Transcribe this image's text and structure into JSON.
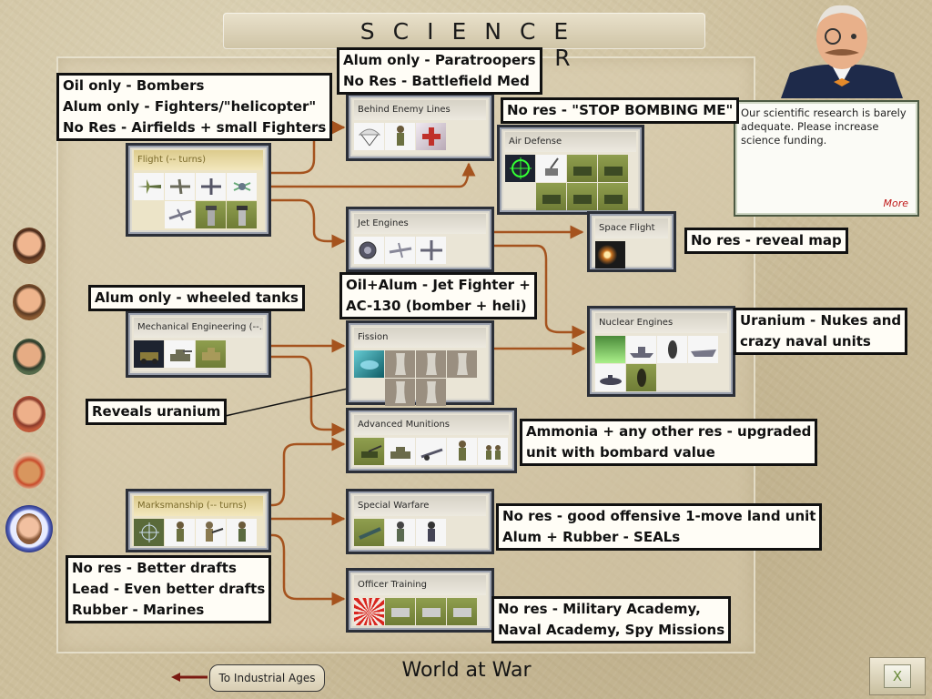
{
  "header": {
    "title": "SCIENCE ADVISOR"
  },
  "advisor": {
    "message": "Our scientific research is barely adequate. Please increase science funding.",
    "more_label": "More"
  },
  "eras": [
    "ancient-era-advisor",
    "middle-ages-advisor",
    "early-modern-advisor",
    "renaissance-advisor",
    "industrial-advisor",
    "modern-advisor"
  ],
  "selected_era_index": 5,
  "techs": {
    "flight": {
      "label": "Flight (-- turns)",
      "icons": [
        "bomber-unit-icon",
        "fighter-unit-icon",
        "transport-plane-icon",
        "helicopter-unit-icon",
        "small-fighter-icon",
        "airfield-tower-icon",
        "airfield-icon"
      ]
    },
    "behind_enemy_lines": {
      "label": "Behind Enemy Lines",
      "icons": [
        "paratrooper-icon",
        "soldier-icon",
        "medic-cross-icon"
      ]
    },
    "air_defense": {
      "label": "Air Defense",
      "icons": [
        "radar-target-icon",
        "anti-aircraft-gun-icon",
        "flak-tank-icon",
        "flak-tank-icon",
        "flak-tank-icon",
        "flak-tank-icon",
        "flak-tank-icon"
      ]
    },
    "jet_engines": {
      "label": "Jet Engines",
      "icons": [
        "jet-turbine-icon",
        "jet-fighter-icon",
        "gunship-plane-icon"
      ]
    },
    "space_flight": {
      "label": "Space Flight",
      "icons": [
        "planet-orbit-icon"
      ]
    },
    "mechanical_engineering": {
      "label": "Mechanical Engineering (--...",
      "icons": [
        "armored-car-icon",
        "light-tank-icon",
        "wheeled-tank-icon"
      ]
    },
    "fission": {
      "label": "Fission",
      "icons": [
        "uranium-icon",
        "cooling-tower-icon",
        "cooling-tower-icon",
        "cooling-tower-icon",
        "cooling-tower-icon",
        "cooling-tower-icon"
      ]
    },
    "nuclear_engines": {
      "label": "Nuclear Engines",
      "icons": [
        "nuclear-blast-icon",
        "battleship-icon",
        "nuke-bomb-icon",
        "carrier-icon",
        "submarine-icon",
        "nuke-bomb-icon"
      ]
    },
    "advanced_munitions": {
      "label": "Advanced Munitions",
      "icons": [
        "artillery-icon",
        "tank-icon",
        "howitzer-icon",
        "soldier-icon",
        "mortar-crew-icon"
      ]
    },
    "marksmanship": {
      "label": "Marksmanship (-- turns)",
      "icons": [
        "crosshair-icon",
        "rifleman-icon",
        "sniper-icon",
        "marine-icon"
      ]
    },
    "special_warfare": {
      "label": "Special Warfare",
      "icons": [
        "bazooka-icon",
        "commando-icon",
        "seal-diver-icon"
      ]
    },
    "officer_training": {
      "label": "Officer Training",
      "icons": [
        "rising-sun-flag-icon",
        "academy-building-icon",
        "academy-building-icon",
        "academy-building-icon"
      ]
    }
  },
  "notes": {
    "flight": [
      "Oil only - Bombers",
      "Alum only - Fighters/\"helicopter\"",
      "No Res - Airfields + small Fighters"
    ],
    "behind_enemy_lines": [
      "Alum only - Paratroopers",
      "No Res - Battlefield Med"
    ],
    "air_defense": [
      "No res - \"STOP BOMBING ME\""
    ],
    "space_flight": [
      "No res - reveal map"
    ],
    "jet_engines": [
      "Oil+Alum - Jet Fighter +",
      "AC-130 (bomber + heli)"
    ],
    "mechanical_engineering": [
      "Alum only - wheeled tanks"
    ],
    "nuclear_engines": [
      "Uranium - Nukes and",
      "crazy naval units"
    ],
    "fission": [
      "Reveals uranium"
    ],
    "advanced_munitions": [
      "Ammonia + any other res - upgraded",
      "unit with bombard value"
    ],
    "marksmanship": [
      "No res - Better drafts",
      "Lead - Even better drafts",
      "Rubber - Marines"
    ],
    "special_warfare": [
      "No res - good offensive 1-move land unit",
      "Alum + Rubber - SEALs"
    ],
    "officer_training": [
      "No res - Military Academy,",
      "Naval Academy, Spy Missions"
    ]
  },
  "footer": {
    "era_title": "World at War",
    "back_label": "To Industrial Ages",
    "close_icon": "close-x-icon"
  },
  "colors": {
    "connector": "#a5531e",
    "selected_header": "#dccb8c",
    "more_link": "#c01a1a"
  }
}
